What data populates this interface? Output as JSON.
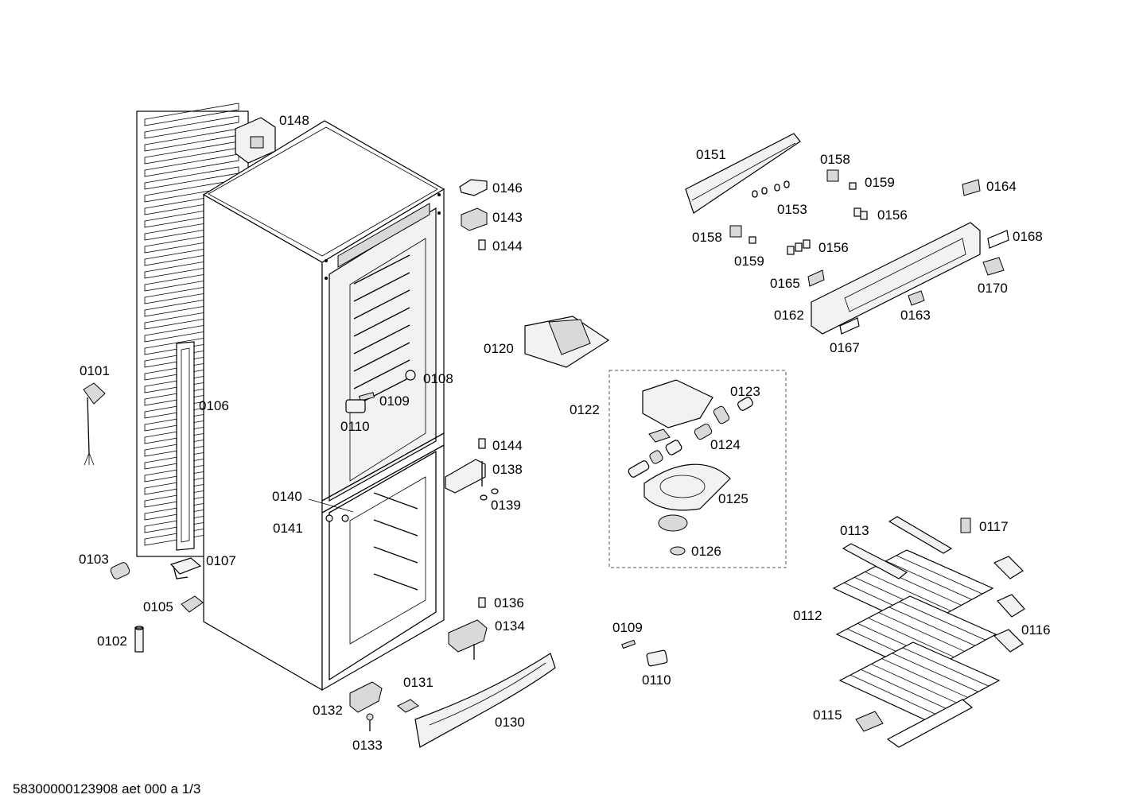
{
  "footer": "58300000123908 aet 000 a 1/3",
  "labels": {
    "p0148": "0148",
    "p0146": "0146",
    "p0143": "0143",
    "p0144a": "0144",
    "p0151": "0151",
    "p0158a": "0158",
    "p0159a": "0159",
    "p0153": "0153",
    "p0156a": "0156",
    "p0164": "0164",
    "p0158b": "0158",
    "p0159b": "0159",
    "p0156b": "0156",
    "p0168": "0168",
    "p0165": "0165",
    "p0170": "0170",
    "p0162": "0162",
    "p0163": "0163",
    "p0167": "0167",
    "p0120": "0120",
    "p0101": "0101",
    "p0106": "0106",
    "p0108": "0108",
    "p0109a": "0109",
    "p0110a": "0110",
    "p0122": "0122",
    "p0123": "0123",
    "p0124": "0124",
    "p0125": "0125",
    "p0126": "0126",
    "p0144b": "0144",
    "p0138": "0138",
    "p0139": "0139",
    "p0140": "0140",
    "p0141": "0141",
    "p0103": "0103",
    "p0107": "0107",
    "p0105": "0105",
    "p0102": "0102",
    "p0136": "0136",
    "p0134": "0134",
    "p0109b": "0109",
    "p0110b": "0110",
    "p0131": "0131",
    "p0132": "0132",
    "p0133": "0133",
    "p0130": "0130",
    "p0113": "0113",
    "p0117": "0117",
    "p0112": "0112",
    "p0116": "0116",
    "p0115": "0115"
  }
}
